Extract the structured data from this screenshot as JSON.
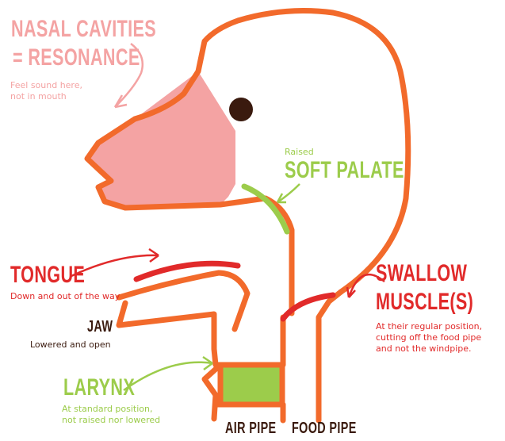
{
  "labels": {
    "nasal_title_1": "NASAL CAVITIES",
    "nasal_title_2": "= RESONANCE",
    "nasal_note_1": "Feel sound here,",
    "nasal_note_2": "not in mouth",
    "soft_palate_note": "Raised",
    "soft_palate_title": "SOFT PALATE",
    "tongue_title": "TONGUE",
    "tongue_note": "Down and out of the way",
    "jaw_title": "JAW",
    "jaw_note": "Lowered and open",
    "larynx_title": "LARYNX",
    "larynx_note_1": "At standard position,",
    "larynx_note_2": "not raised nor lowered",
    "swallow_title_1": "SWALLOW",
    "swallow_title_2": "MUSCLE(S)",
    "swallow_note_1": "At their regular position,",
    "swallow_note_2": "cutting off the food pipe",
    "swallow_note_3": "and not the windpipe.",
    "air_pipe": "AIR PIPE",
    "food_pipe": "FOOD PIPE"
  },
  "colors": {
    "outline": "#f26a2b",
    "nasal_fill": "#f4a3a3",
    "eye": "#3a1a0e",
    "soft_palate": "#9ccc4b",
    "tongue": "#e12a2a",
    "larynx": "#9ccc4b",
    "swallow_muscle": "#e12a2a"
  }
}
